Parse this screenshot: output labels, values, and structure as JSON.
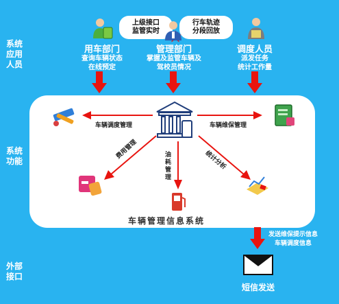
{
  "side_labels": {
    "application": "系统\n应用\n人员",
    "function": "系统\n功能",
    "external": "外部\n接口"
  },
  "roles": {
    "vehicle_dept": {
      "title": "用车部门",
      "desc": [
        "查询车辆状态",
        "在线预定"
      ]
    },
    "management_dept": {
      "title": "管理部门",
      "desc": [
        "掌握及监管车辆及",
        "驾校员情况"
      ]
    },
    "dispatcher": {
      "title": "调度人员",
      "desc": [
        "派发任务",
        "统计工作量"
      ]
    }
  },
  "bubbles": {
    "left": [
      "上级接口",
      "监管实时"
    ],
    "right": [
      "行车轨迹",
      "分段回放"
    ]
  },
  "system": {
    "title": "车辆管理信息系统",
    "edges": {
      "dispatch": "车辆调度管理",
      "maintenance": "车辆维保管理",
      "cost": "费用管理",
      "fuel": "油\n耗\n管\n理",
      "stats": "统计分析"
    }
  },
  "external": {
    "lines": [
      "发送维保提示信息",
      "车辆调度信息"
    ],
    "sms_label": "短信发送"
  },
  "colors": {
    "background": "#29b3f0",
    "arrow": "#e8140f",
    "panel": "#ffffff"
  },
  "icons": [
    "person-green-icon",
    "person-blue-icon",
    "person-grey-icon",
    "bank-building-icon",
    "tools-icon",
    "notebook-icon",
    "wallet-card-icon",
    "fuel-pump-icon",
    "chart-icon",
    "envelope-icon",
    "star-icon"
  ]
}
